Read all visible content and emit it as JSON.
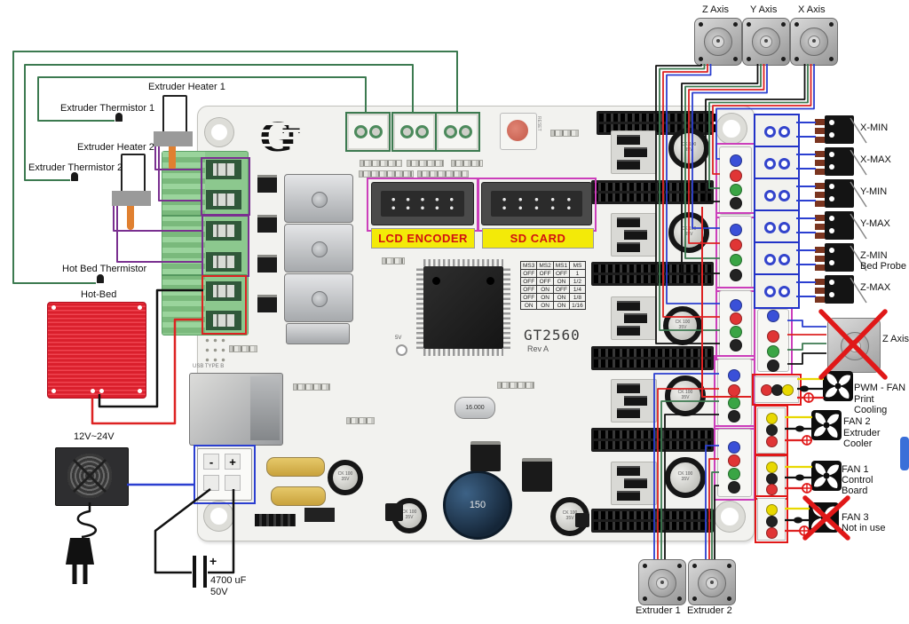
{
  "colors": {
    "green_wire": "#3c7a50",
    "purple_wire": "#7a3090",
    "red_wire": "#dd2222",
    "blue_wire": "#2b3fd0",
    "magenta_outline": "#cc3fbb",
    "blue_outline": "#2233c8",
    "red_outline": "#e01818",
    "yellow_wire": "#e8d800",
    "label_bg": "#f3ea08",
    "label_text": "#d21010",
    "hotbed": "#e32330"
  },
  "left": {
    "heater1": "Extruder Heater 1",
    "thermistor1": "Extruder Thermistor 1",
    "heater2": "Extruder Heater 2",
    "thermistor2": "Extruder Thermistor 2",
    "hotbed_thermistor": "Hot Bed Thermistor",
    "hotbed": "Hot-Bed",
    "psu": "12V~24V",
    "cap_value": "4700 uF",
    "cap_volt": "50V",
    "minus": "-",
    "plus": "+",
    "cap_plus": "+"
  },
  "board": {
    "name": "GT2560",
    "rev": "Rev A",
    "usb": "USB TYPE B",
    "lcd_label": "LCD ENCODER",
    "sd_label": "SD CARD",
    "crystal": "16.000",
    "inductor": "150",
    "cap_text": "CK 100 35V",
    "tp": "5V",
    "reset": "RESET"
  },
  "ms_table": {
    "headers": [
      "MS3",
      "MS2",
      "MS1",
      "MS"
    ],
    "rows": [
      [
        "OFF",
        "OFF",
        "OFF",
        "1"
      ],
      [
        "OFF",
        "OFF",
        "ON",
        "1/2"
      ],
      [
        "OFF",
        "ON",
        "OFF",
        "1/4"
      ],
      [
        "OFF",
        "ON",
        "ON",
        "1/8"
      ],
      [
        "ON",
        "ON",
        "ON",
        "1/16"
      ]
    ]
  },
  "motors": {
    "top": [
      "Z Axis",
      "Y Axis",
      "X Axis"
    ],
    "bottom": [
      "Extruder 1",
      "Extruder 2"
    ],
    "z_unused": "Z Axis"
  },
  "endstops": [
    "X-MIN",
    "X-MAX",
    "Y-MIN",
    "Y-MAX",
    "Z-MIN",
    "Z-MAX"
  ],
  "bed_probe": "Bed Probe",
  "fans": [
    {
      "l1": "PWM - FAN",
      "l2": "Print",
      "l3": "Cooling"
    },
    {
      "l1": "FAN 2",
      "l2": "Extruder",
      "l3": "Cooler"
    },
    {
      "l1": "FAN 1",
      "l2": "Control",
      "l3": "Board"
    },
    {
      "l1": "FAN 3",
      "l2": "Not in use",
      "l3": ""
    }
  ]
}
